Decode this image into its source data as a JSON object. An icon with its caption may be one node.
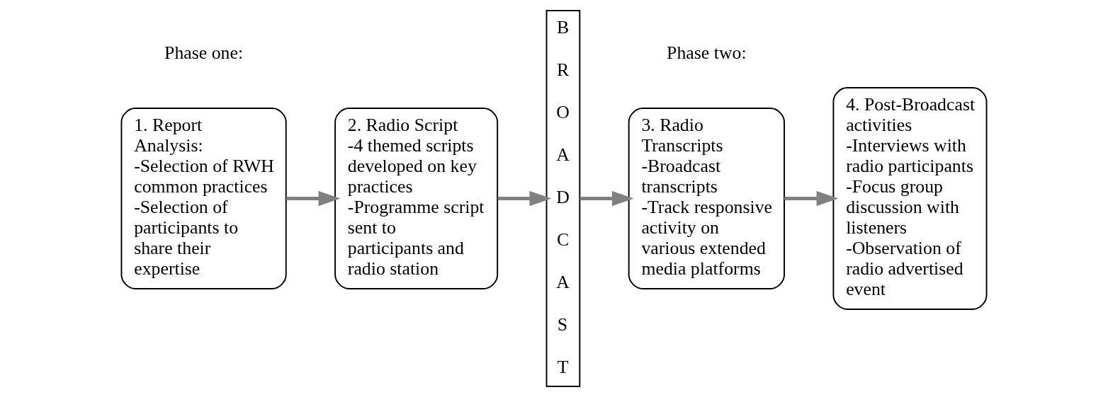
{
  "diagram": {
    "nodes": [
      {
        "text": [
          "1. Report Analysis:",
          "-Selection of RWH common practices",
          "-Selection of participants to share their expertise"
        ]
      },
      {
        "text": [
          "2. Radio Script",
          "-4 themed scripts developed on key practices",
          "-Programme script sent to participants and radio station"
        ]
      },
      {
        "text": [
          "B R O A D C A S T"
        ]
      },
      {
        "text": [
          "3. Radio Transcripts",
          "-Broadcast transcripts",
          "-Track responsive activity on various extended media platforms"
        ]
      },
      {
        "text": [
          "4. Post-Broadcast activities",
          "-Interviews with radio participants",
          "-Focus group discussion with listeners",
          "-Observation of radio advertised event"
        ]
      }
    ],
    "edges": [
      {
        "from": 0,
        "to": 1,
        "arrow": "to"
      },
      {
        "from": 1,
        "to": 2,
        "arrow": "to"
      },
      {
        "from": 2,
        "to": 3,
        "arrow": "to"
      },
      {
        "from": 3,
        "to": 4,
        "arrow": "to"
      }
    ],
    "labels": [
      "Phase one:",
      "Phase two:"
    ]
  }
}
